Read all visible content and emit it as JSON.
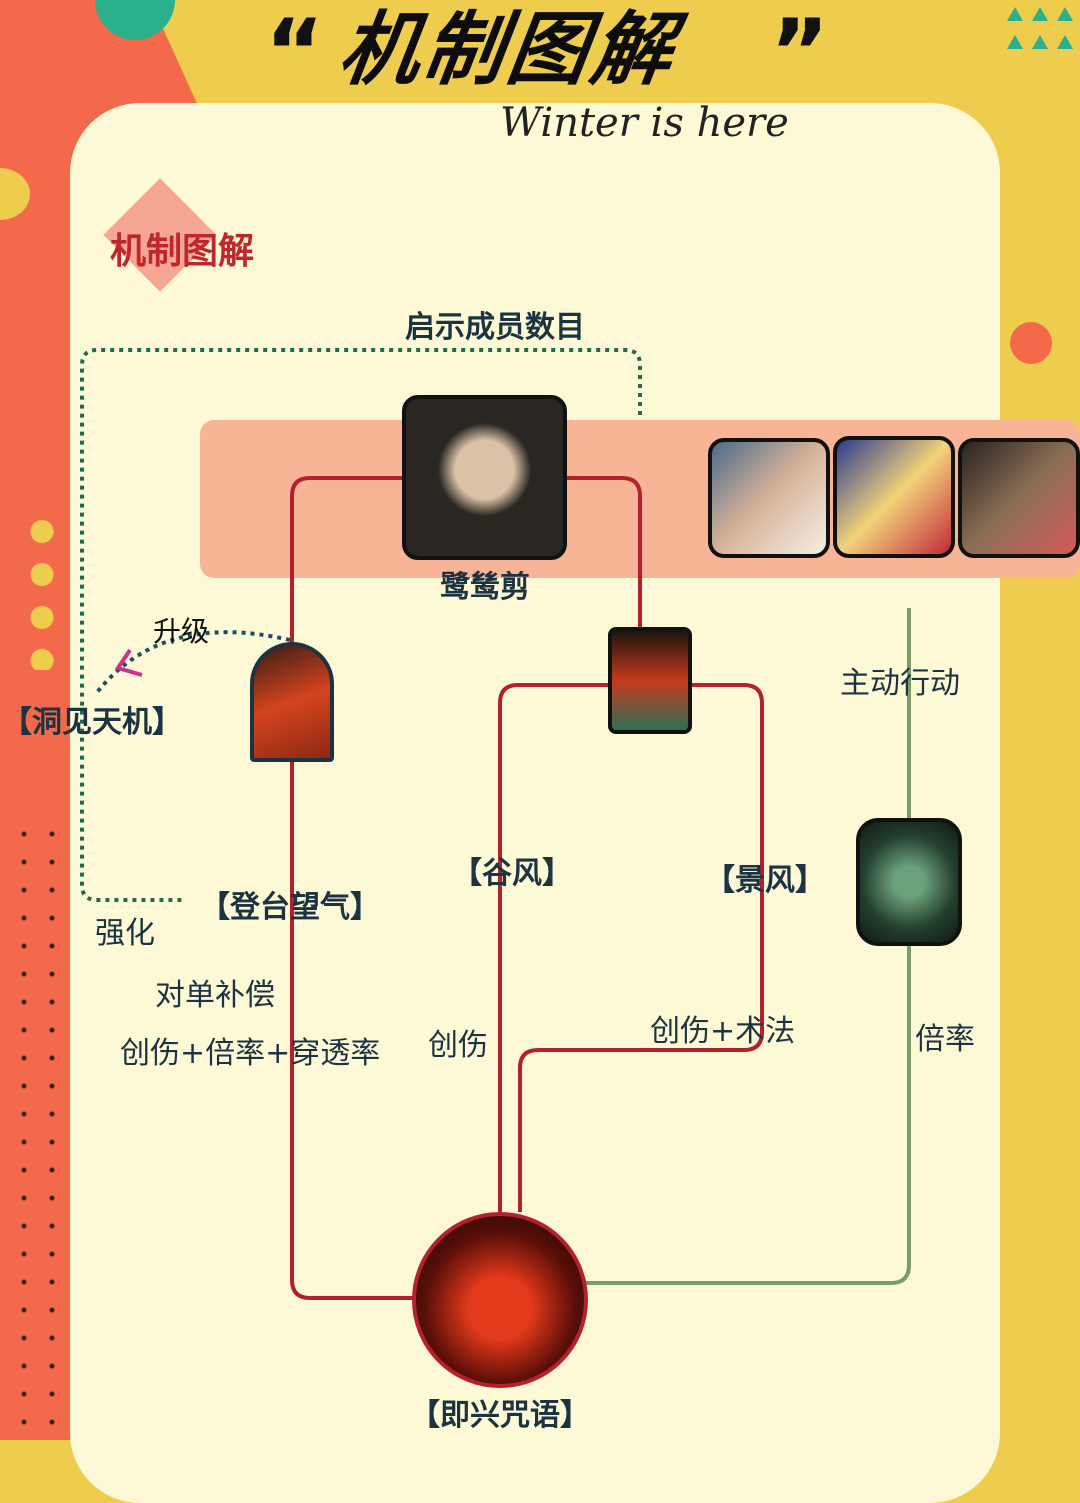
{
  "header": {
    "title": "机制图解",
    "quote_open": "“",
    "quote_close": "”",
    "script": "Winter is here"
  },
  "section_title": "机制图解",
  "labels": {
    "team_count": "启示成员数目",
    "main_char": "鹭鸶剪",
    "upgrade": "升级",
    "insight": "【洞见天机】",
    "enhance": "强化",
    "climb": "【登台望气】",
    "single_comp": "对单补偿",
    "climb_effect": "创伤+倍率+穿透率",
    "valley_wind": "【谷风】",
    "valley_effect": "创伤",
    "scene_wind": "【景风】",
    "scene_effect": "创伤+术法",
    "active_action": "主动行动",
    "rate": "倍率",
    "improv": "【即兴咒语】"
  },
  "colors": {
    "red_line": "#b3202e",
    "green_line": "#7d9a6b",
    "band": "#f7b497",
    "card": "#fdf9d6"
  }
}
